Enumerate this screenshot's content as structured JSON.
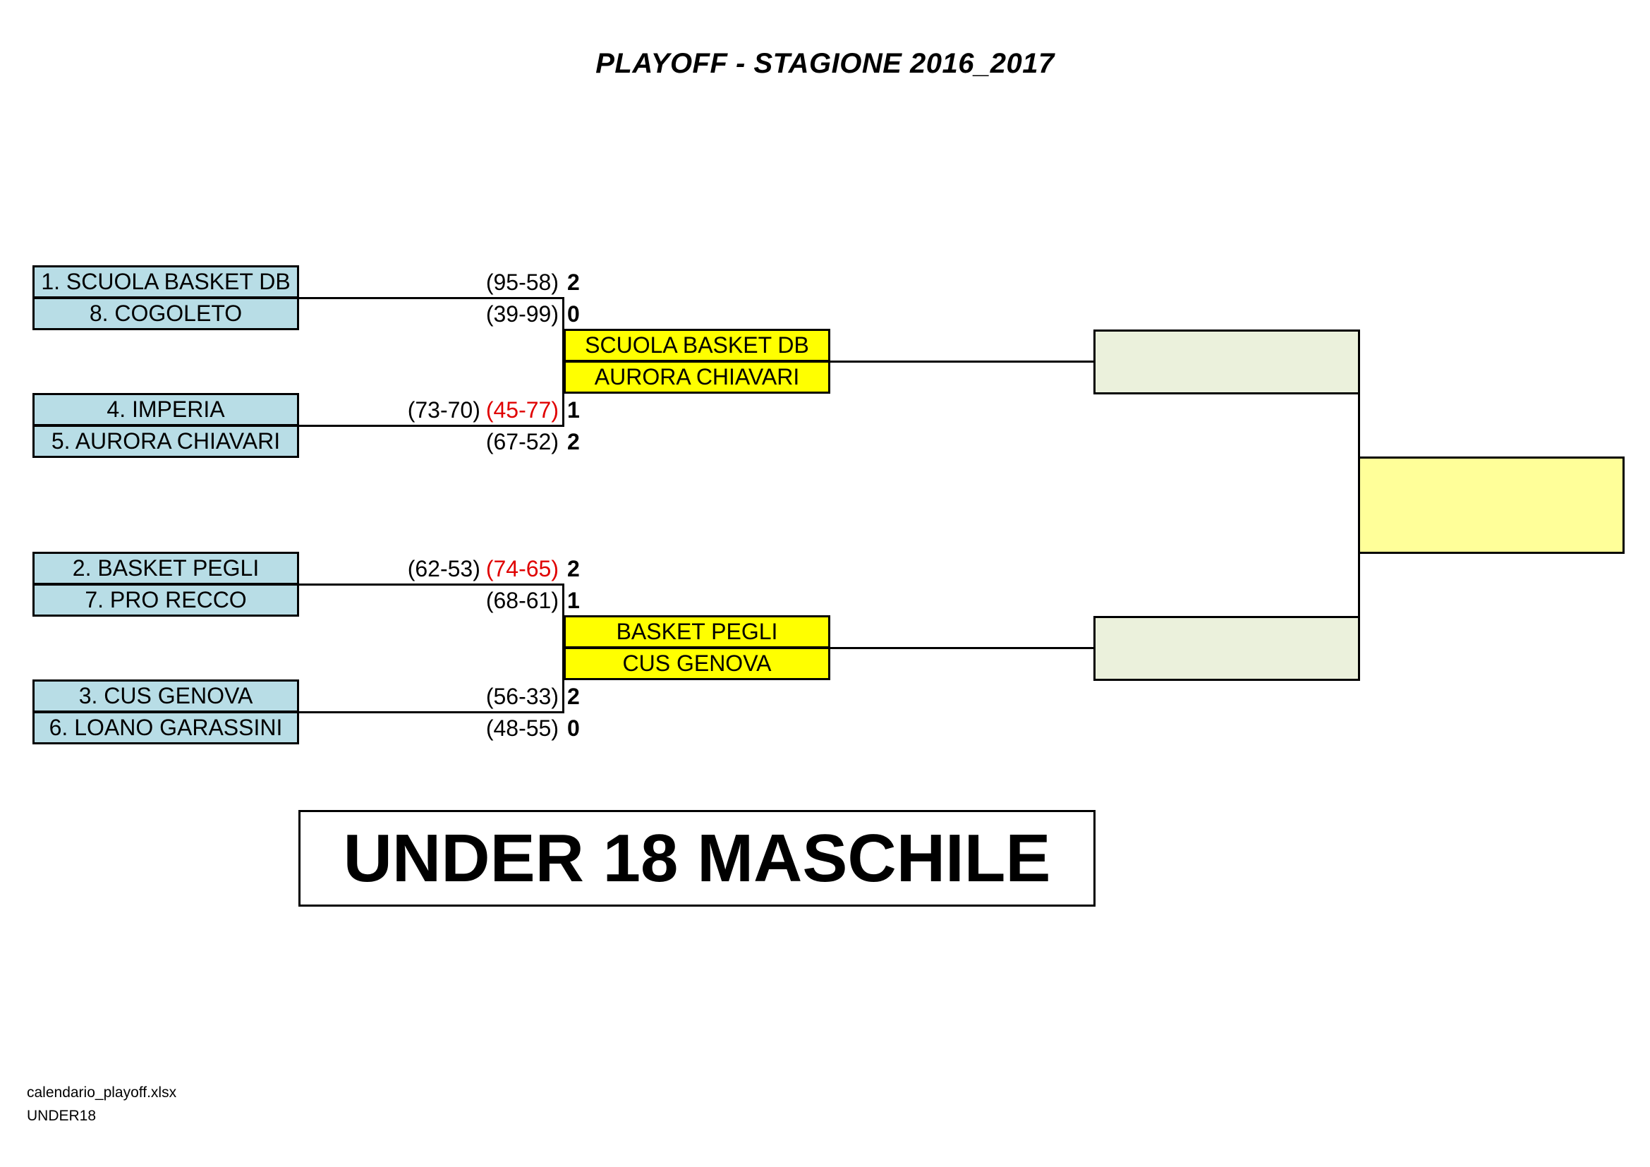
{
  "title": "PLAYOFF - STAGIONE 2016_2017",
  "quarterfinals": [
    {
      "team": "1. SCUOLA BASKET DB",
      "results": [
        "(95-58)"
      ],
      "red_results": [],
      "wins": "2"
    },
    {
      "team": "8. COGOLETO",
      "results": [
        "(39-99)"
      ],
      "red_results": [],
      "wins": "0"
    },
    {
      "team": "4. IMPERIA",
      "results": [
        "(73-70)"
      ],
      "red_results": [
        "(45-77)"
      ],
      "wins": "1"
    },
    {
      "team": "5. AURORA CHIAVARI",
      "results": [
        "(67-52)"
      ],
      "red_results": [],
      "wins": "2"
    },
    {
      "team": "2. BASKET PEGLI",
      "results": [
        "(62-53)"
      ],
      "red_results": [
        "(74-65)"
      ],
      "wins": "2"
    },
    {
      "team": "7. PRO RECCO",
      "results": [
        "(68-61)"
      ],
      "red_results": [],
      "wins": "1"
    },
    {
      "team": "3. CUS GENOVA",
      "results": [
        "(56-33)"
      ],
      "red_results": [],
      "wins": "2"
    },
    {
      "team": "6. LOANO GARASSINI",
      "results": [
        "(48-55)"
      ],
      "red_results": [],
      "wins": "0"
    }
  ],
  "semifinals": [
    "SCUOLA BASKET DB",
    "AURORA CHIAVARI",
    "BASKET PEGLI",
    "CUS GENOVA"
  ],
  "finals": [
    "",
    ""
  ],
  "champion": "",
  "banner": "UNDER 18 MASCHILE",
  "footer": {
    "file": "calendario_playoff.xlsx",
    "sheet": "UNDER18"
  },
  "colors": {
    "team_box": "#b8dde6",
    "semi_box": "#ffff00",
    "final_box": "#ebf1dc",
    "champion_box": "#ffff99",
    "result_red": "#e00000"
  }
}
